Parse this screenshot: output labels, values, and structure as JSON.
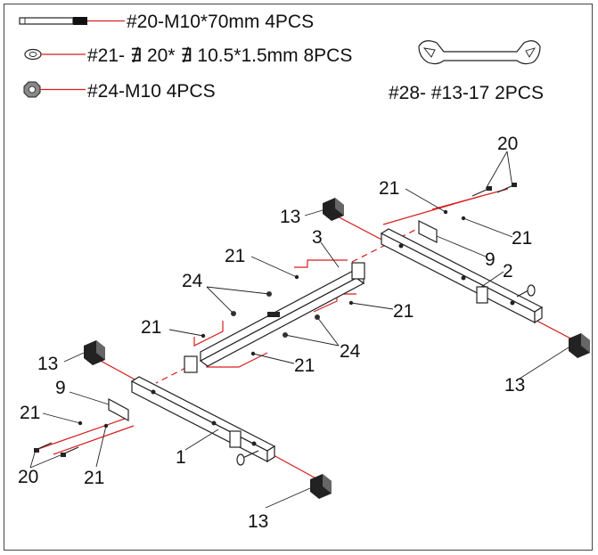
{
  "hardware": {
    "bolt": "#20-M10*70mm 4PCS",
    "washer": "#21- ∄ 20* ∄ 10.5*1.5mm 8PCS",
    "nut": "#24-M10  4PCS",
    "wrench": "#28- #13-17 2PCS"
  },
  "labels": {
    "n20_top": "20",
    "n21_a": "21",
    "n13_a": "13",
    "n21_b": "21",
    "n9_a": "9",
    "n2": "2",
    "n3": "3",
    "n21_c": "21",
    "n24_a": "24",
    "n21_d": "21",
    "n21_e": "21",
    "n24_b": "24",
    "n21_f": "21",
    "n13_b": "13",
    "n13_c": "13",
    "n9_b": "9",
    "n21_g": "21",
    "n1": "1",
    "n20_bottom": "20",
    "n21_h": "21",
    "n13_d": "13"
  },
  "colors": {
    "leader_red": "#d81e1e",
    "line": "#222222"
  }
}
